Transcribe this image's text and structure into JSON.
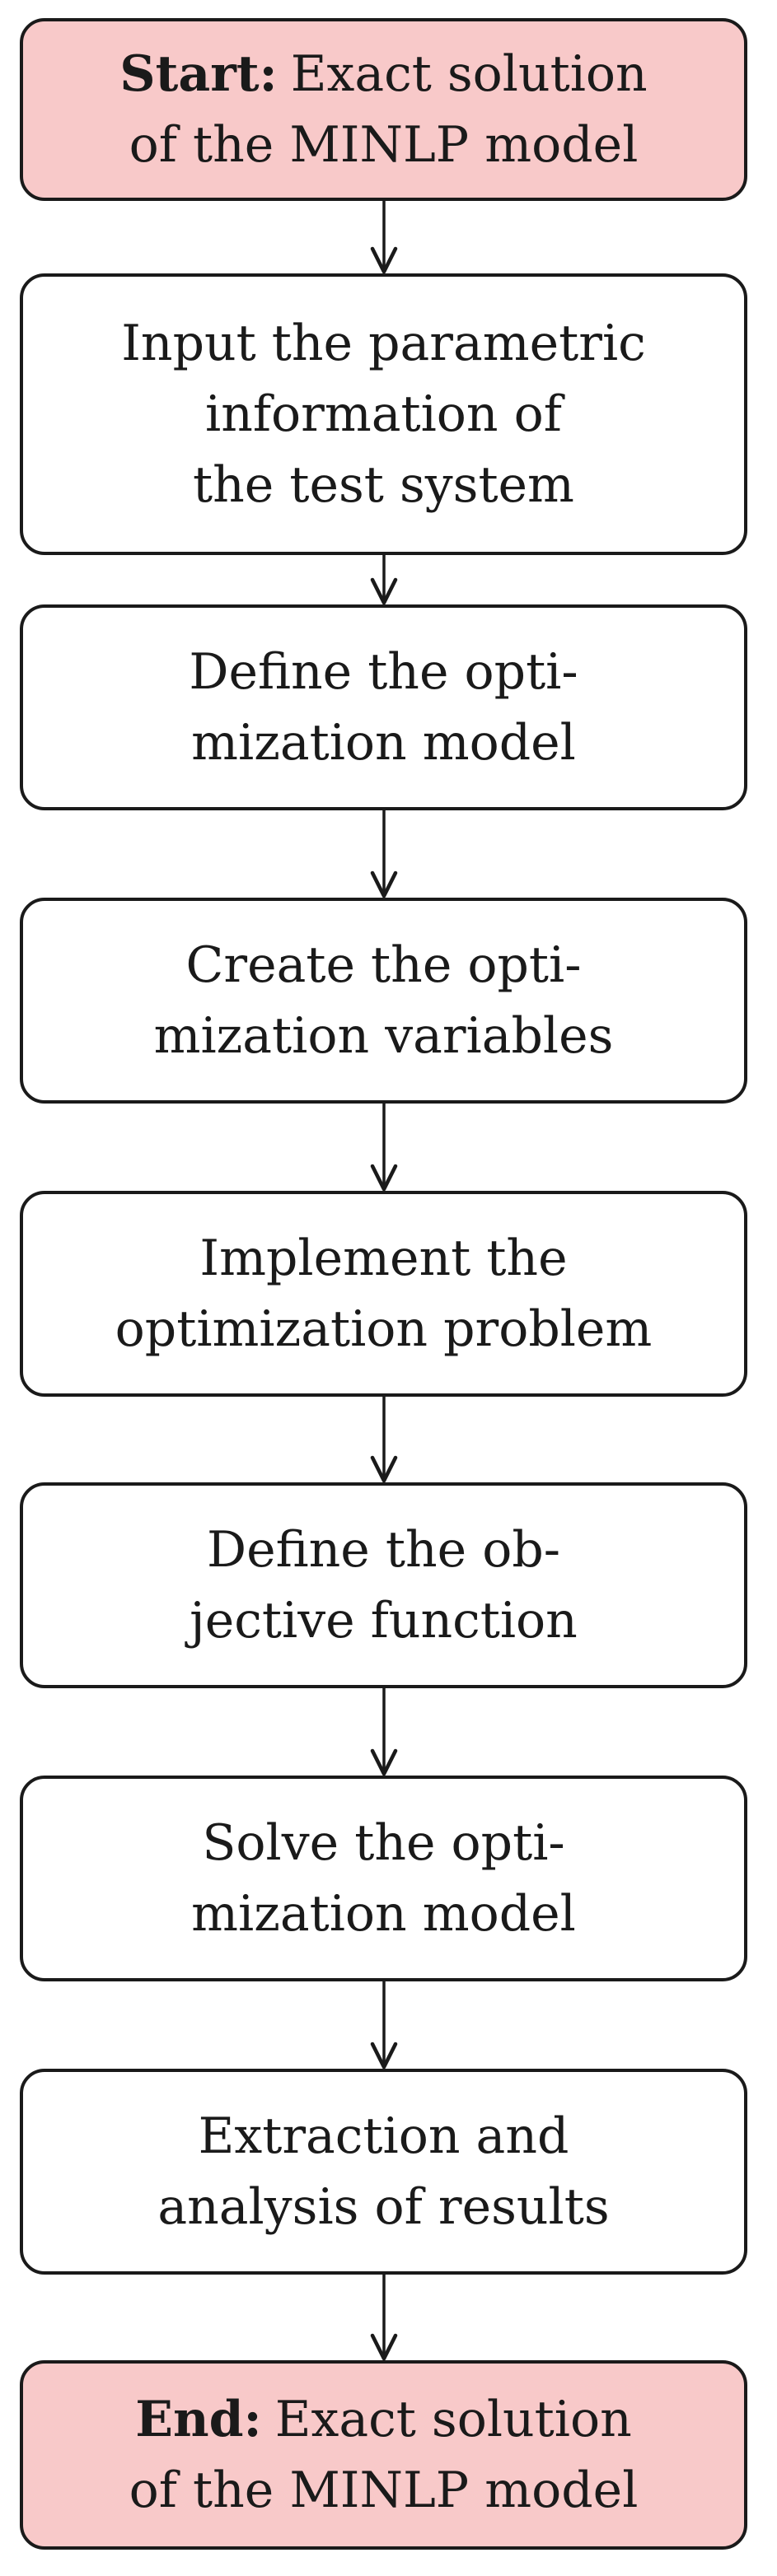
{
  "steps": [
    {
      "id": "start",
      "terminal": true,
      "keyword": "Start:",
      "lines": [
        "Exact solution",
        "of the MINLP model"
      ]
    },
    {
      "id": "input",
      "terminal": false,
      "lines": [
        "Input the parametric",
        "information of",
        "the test system"
      ]
    },
    {
      "id": "define-model",
      "terminal": false,
      "lines": [
        "Define the opti-",
        "mization model"
      ]
    },
    {
      "id": "create-variables",
      "terminal": false,
      "lines": [
        "Create the opti-",
        "mization variables"
      ]
    },
    {
      "id": "implement-problem",
      "terminal": false,
      "lines": [
        "Implement the",
        "optimization problem"
      ]
    },
    {
      "id": "define-objective",
      "terminal": false,
      "lines": [
        "Define the ob-",
        "jective function"
      ]
    },
    {
      "id": "solve-model",
      "terminal": false,
      "lines": [
        "Solve the opti-",
        "mization model"
      ]
    },
    {
      "id": "extract-results",
      "terminal": false,
      "lines": [
        "Extraction and",
        "analysis of results"
      ]
    },
    {
      "id": "end",
      "terminal": true,
      "keyword": "End:",
      "lines": [
        "Exact solution",
        "of the MINLP model"
      ]
    }
  ],
  "colors": {
    "terminal_fill": "#f8c9c9",
    "process_fill": "#ffffff",
    "stroke": "#1a1a1a"
  }
}
